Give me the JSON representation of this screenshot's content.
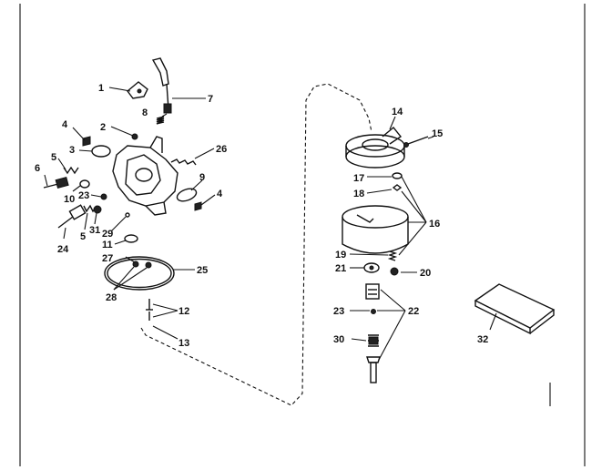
{
  "diagram": {
    "labels": {
      "l1": "1",
      "l2": "2",
      "l3": "3",
      "l4a": "4",
      "l4b": "4",
      "l5a": "5",
      "l5b": "5",
      "l6": "6",
      "l7": "7",
      "l8": "8",
      "l9": "9",
      "l10": "10",
      "l11": "11",
      "l12": "12",
      "l13": "13",
      "l14": "14",
      "l15": "15",
      "l16": "16",
      "l17": "17",
      "l18": "18",
      "l19": "19",
      "l20": "20",
      "l21": "21",
      "l22": "22",
      "l23a": "23",
      "l23b": "23",
      "l24": "24",
      "l25": "25",
      "l26": "26",
      "l27": "27",
      "l28": "28",
      "l29": "29",
      "l30": "30",
      "l31": "31",
      "l32": "32"
    }
  }
}
